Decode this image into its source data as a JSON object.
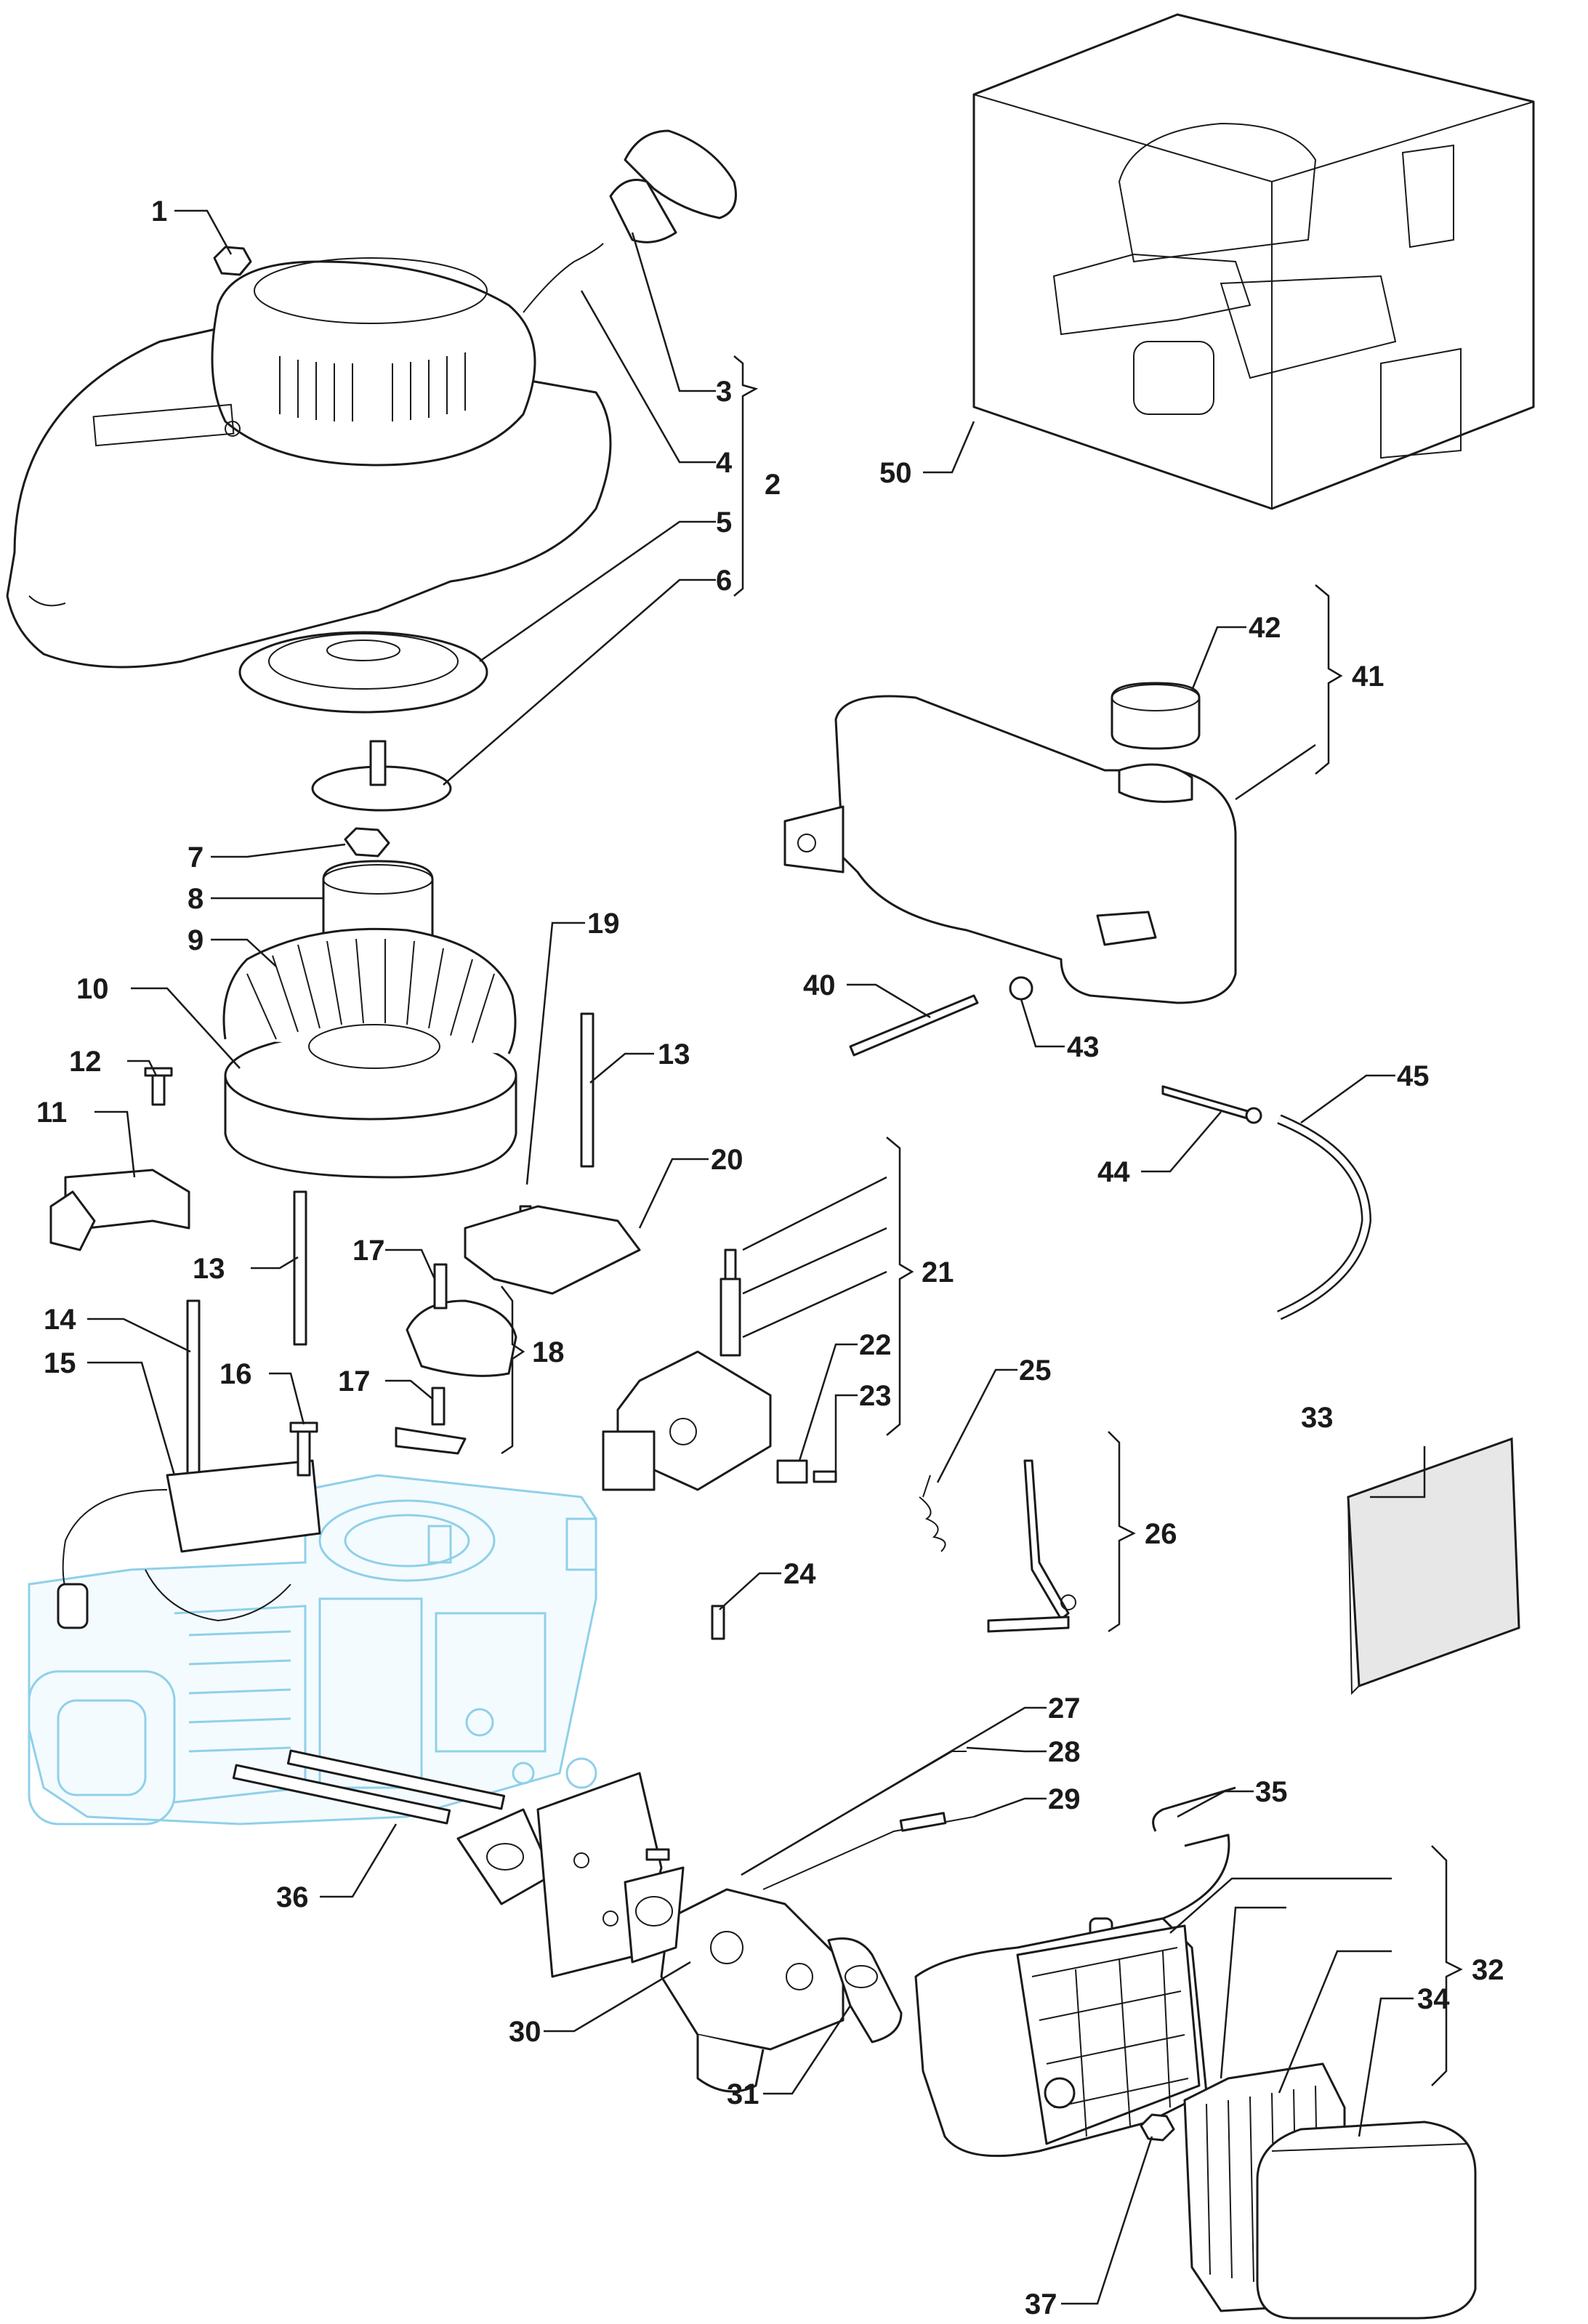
{
  "callouts": {
    "c1": "1",
    "c2": "2",
    "c3": "3",
    "c4": "4",
    "c5": "5",
    "c6": "6",
    "c7": "7",
    "c8": "8",
    "c9": "9",
    "c10": "10",
    "c11": "11",
    "c12": "12",
    "c13a": "13",
    "c13b": "13",
    "c14": "14",
    "c15": "15",
    "c16": "16",
    "c17a": "17",
    "c17b": "17",
    "c18": "18",
    "c19": "19",
    "c20": "20",
    "c21": "21",
    "c22": "22",
    "c23": "23",
    "c24": "24",
    "c25": "25",
    "c26": "26",
    "c27": "27",
    "c28": "28",
    "c29": "29",
    "c30": "30",
    "c31": "31",
    "c32": "32",
    "c33": "33",
    "c34": "34",
    "c35": "35",
    "c36": "36",
    "c37": "37",
    "c40": "40",
    "c41": "41",
    "c42": "42",
    "c43": "43",
    "c44": "44",
    "c45": "45",
    "c50": "50"
  },
  "colors": {
    "line": "#1a1a1a",
    "ghost_engine": "#8fd0ea",
    "background": "#ffffff"
  }
}
